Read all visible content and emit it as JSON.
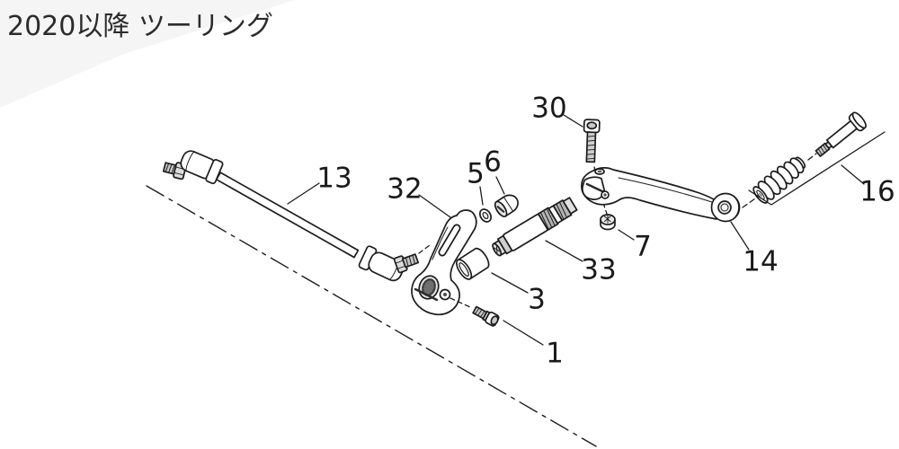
{
  "title": "2020以降 ツーリング",
  "callouts": [
    {
      "number": "13"
    },
    {
      "number": "32"
    },
    {
      "number": "5"
    },
    {
      "number": "6"
    },
    {
      "number": "30"
    },
    {
      "number": "16"
    },
    {
      "number": "7"
    },
    {
      "number": "14"
    },
    {
      "number": "33"
    },
    {
      "number": "3"
    },
    {
      "number": "1"
    }
  ],
  "colors": {
    "line": "#1c1c1c",
    "background": "#ffffff",
    "label": "#1a1a1a"
  }
}
